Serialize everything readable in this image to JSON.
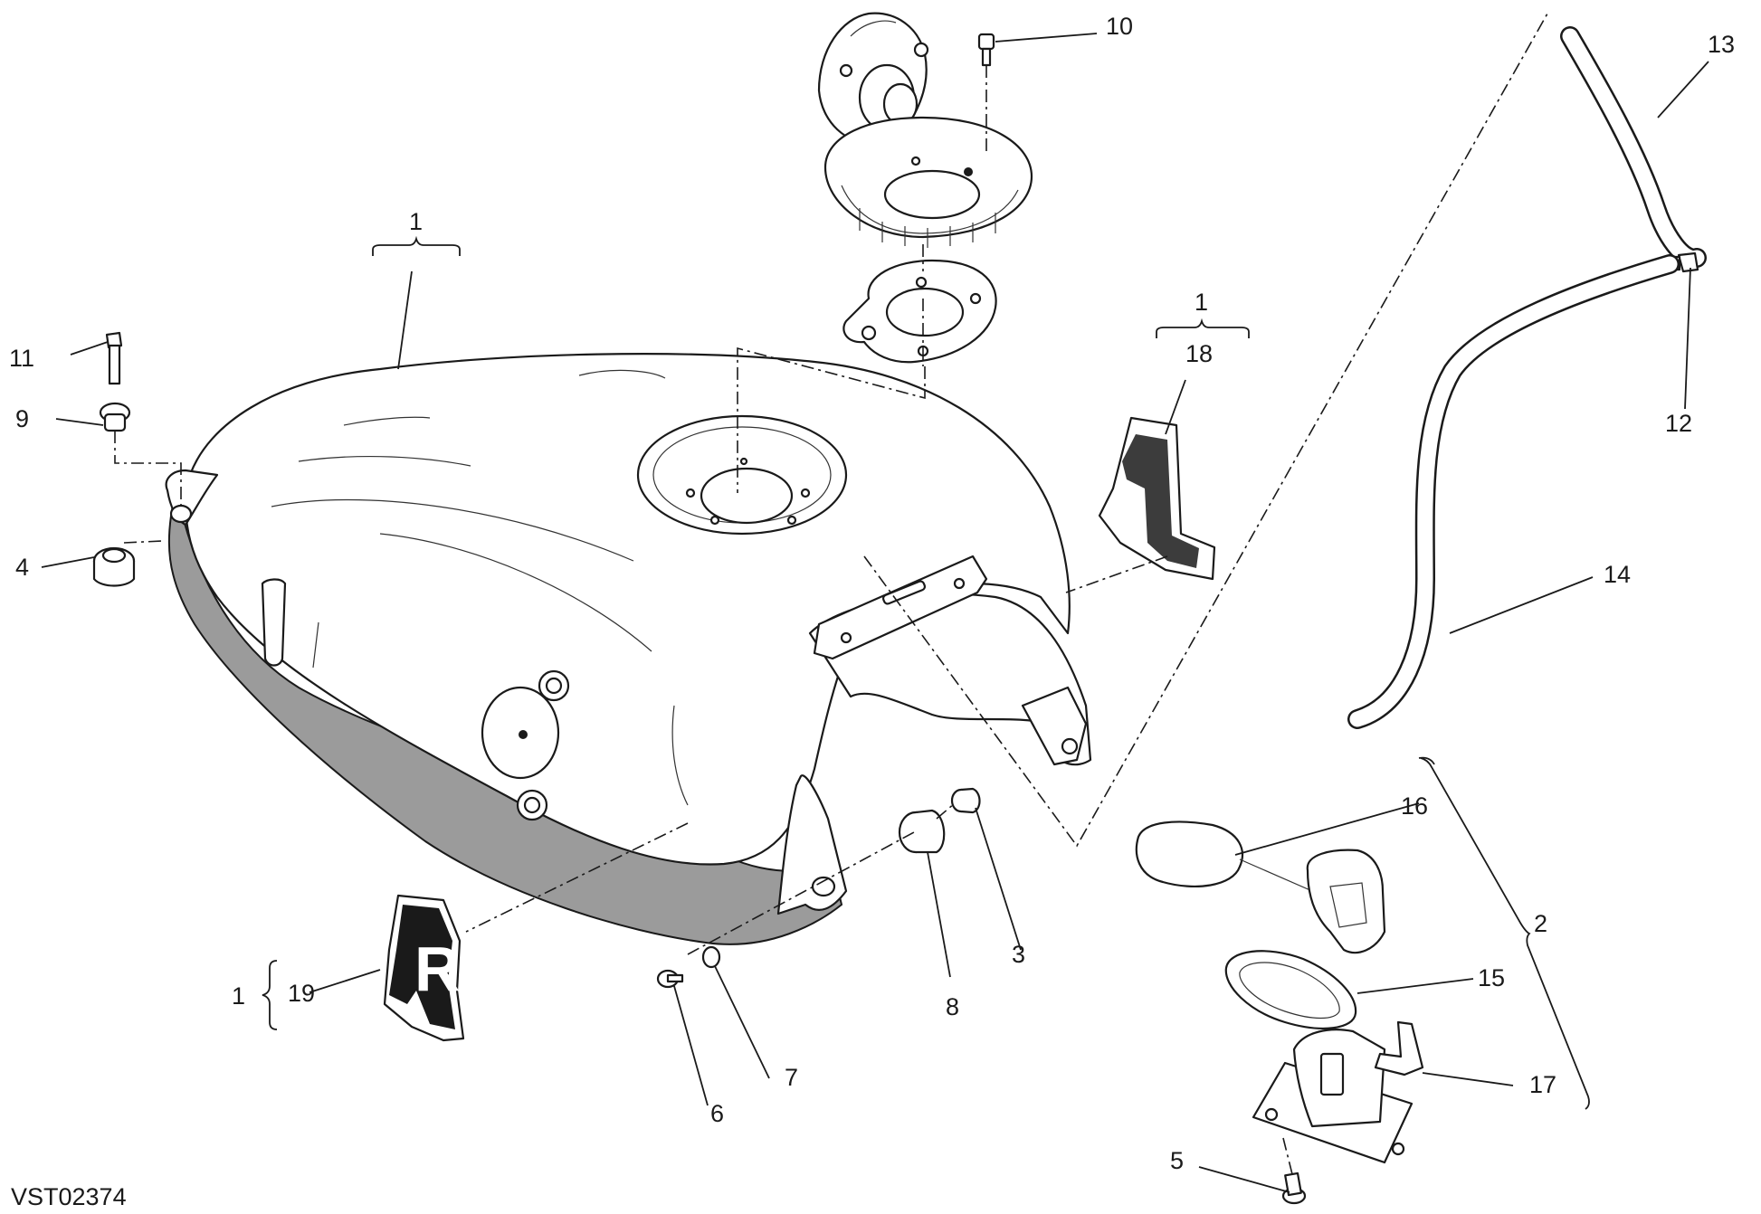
{
  "diagram_code": "VST02374",
  "callouts": [
    {
      "id": "c1a",
      "text": "1"
    },
    {
      "id": "c1b",
      "text": "1"
    },
    {
      "id": "c1c",
      "text": "1"
    },
    {
      "id": "c2",
      "text": "2"
    },
    {
      "id": "c3",
      "text": "3"
    },
    {
      "id": "c4",
      "text": "4"
    },
    {
      "id": "c5",
      "text": "5"
    },
    {
      "id": "c6",
      "text": "6"
    },
    {
      "id": "c7",
      "text": "7"
    },
    {
      "id": "c8",
      "text": "8"
    },
    {
      "id": "c9",
      "text": "9"
    },
    {
      "id": "c10",
      "text": "10"
    },
    {
      "id": "c11",
      "text": "11"
    },
    {
      "id": "c12",
      "text": "12"
    },
    {
      "id": "c13",
      "text": "13"
    },
    {
      "id": "c14",
      "text": "14"
    },
    {
      "id": "c15",
      "text": "15"
    },
    {
      "id": "c16",
      "text": "16"
    },
    {
      "id": "c17",
      "text": "17"
    },
    {
      "id": "c18",
      "text": "18"
    },
    {
      "id": "c19",
      "text": "19"
    }
  ],
  "decal_letter": "R",
  "colors": {
    "line": "#1a1a1a",
    "shade": "#9b9b9b",
    "background": "#ffffff"
  }
}
